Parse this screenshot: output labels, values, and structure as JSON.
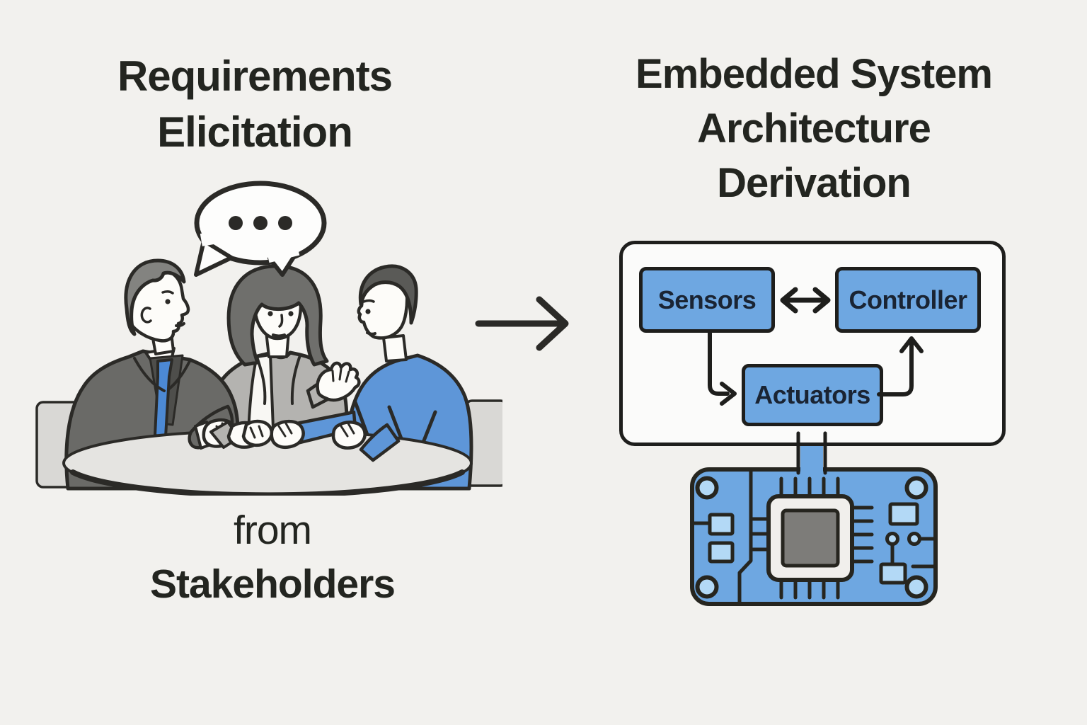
{
  "left_panel": {
    "title": {
      "line1": "Requirements",
      "line2": "Elicitation"
    },
    "caption": {
      "line1": "from",
      "line2": "Stakeholders"
    },
    "illustration": {
      "description": "Three stakeholders in discussion at a round table",
      "icons": [
        "speech-bubble-icon",
        "person-left",
        "person-middle",
        "person-right",
        "table",
        "chair-left",
        "chair-right"
      ]
    }
  },
  "flow": {
    "arrow_icon": "right-arrow-icon"
  },
  "right_panel": {
    "title": {
      "line1": "Embedded System",
      "line2": "Architecture",
      "line3": "Derivation"
    },
    "diagram": {
      "blocks": {
        "sensors": "Sensors",
        "controller": "Controller",
        "actuators": "Actuators"
      },
      "connections": [
        {
          "from": "Sensors",
          "to": "Controller",
          "type": "bidirectional"
        },
        {
          "from": "Sensors",
          "to": "Actuators",
          "type": "arrow"
        },
        {
          "from": "Actuators",
          "to": "Controller",
          "type": "arrow"
        },
        {
          "from": "Actuators",
          "to": "circuit-board",
          "type": "bus"
        }
      ],
      "icons": [
        "circuit-board-icon",
        "chip-icon"
      ]
    }
  },
  "colors": {
    "background": "#f2f1ee",
    "ink": "#2b2a27",
    "accent_blue": "#6ea7e1",
    "light_blue": "#b3d9f6",
    "sweater_blue": "#5e96d8",
    "tie_blue": "#4c89d4",
    "panel_white": "#fbfbfa",
    "block_text": "#1a2433",
    "suit_gray": "#6a6a67",
    "blazer_gray": "#b4b3b0",
    "table_gray": "#e5e4e1",
    "chip_gray": "#7d7c79"
  }
}
